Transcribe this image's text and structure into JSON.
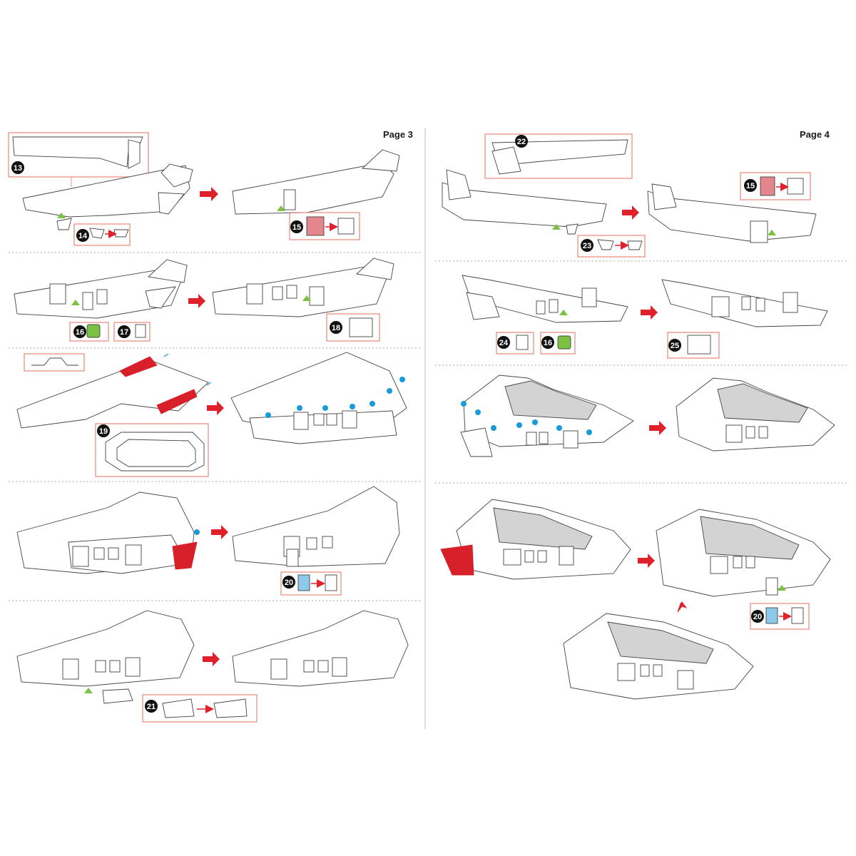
{
  "pages": [
    {
      "label": "Page 3"
    },
    {
      "label": "Page 4"
    }
  ],
  "steps": {
    "s13": "13",
    "s14": "14",
    "s15": "15",
    "s16": "16",
    "s17": "17",
    "s18": "18",
    "s19": "19",
    "s20": "20",
    "s21": "21",
    "s22": "22",
    "s23": "23",
    "s24": "24",
    "s25": "25",
    "p4_s15": "15",
    "p4_s16": "16",
    "p4_s20": "20"
  },
  "colors": {
    "callout": "#e8867a",
    "arrow": "#e0202a",
    "part_red": "#e4868c",
    "part_green": "#7cc242",
    "part_blue": "#8ec8ea",
    "dot_blue": "#1a9ad6",
    "fold_red": "#d8202a",
    "grey_fill": "#d3d3d3",
    "outline": "#444444",
    "dash": "#999999"
  }
}
